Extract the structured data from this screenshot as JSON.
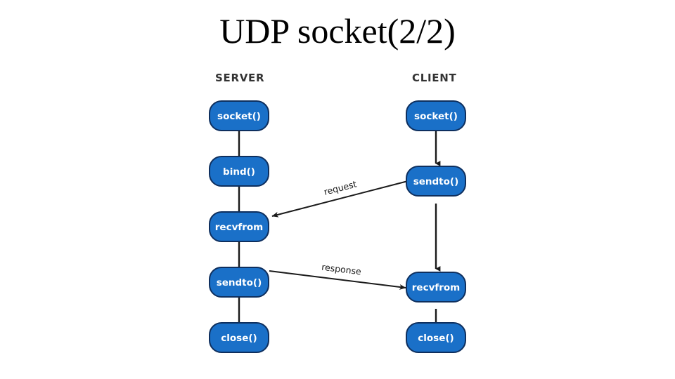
{
  "slide": {
    "title": "UDP socket(2/2)"
  },
  "diagram": {
    "columns": [
      {
        "id": "server",
        "heading": "SERVER"
      },
      {
        "id": "client",
        "heading": "CLIENT"
      }
    ],
    "server_nodes": [
      {
        "label": "socket()"
      },
      {
        "label": "bind()"
      },
      {
        "label": "recvfrom"
      },
      {
        "label": "sendto()"
      },
      {
        "label": "close()"
      }
    ],
    "client_nodes": [
      {
        "label": "socket()"
      },
      {
        "label": "sendto()"
      },
      {
        "label": "recvfrom"
      },
      {
        "label": "close()"
      }
    ],
    "messages": [
      {
        "id": "request",
        "label": "request",
        "from": "client-sendto",
        "to": "server-recvfrom"
      },
      {
        "id": "response",
        "label": "response",
        "from": "server-sendto",
        "to": "client-recvfrom"
      }
    ],
    "colors": {
      "node_fill": "#1a70c8",
      "node_border": "#0e2f5e",
      "node_text": "#ffffff",
      "arrow": "#1a1a1a",
      "heading_text": "#333333",
      "title_text": "#000000",
      "background": "#ffffff"
    }
  }
}
